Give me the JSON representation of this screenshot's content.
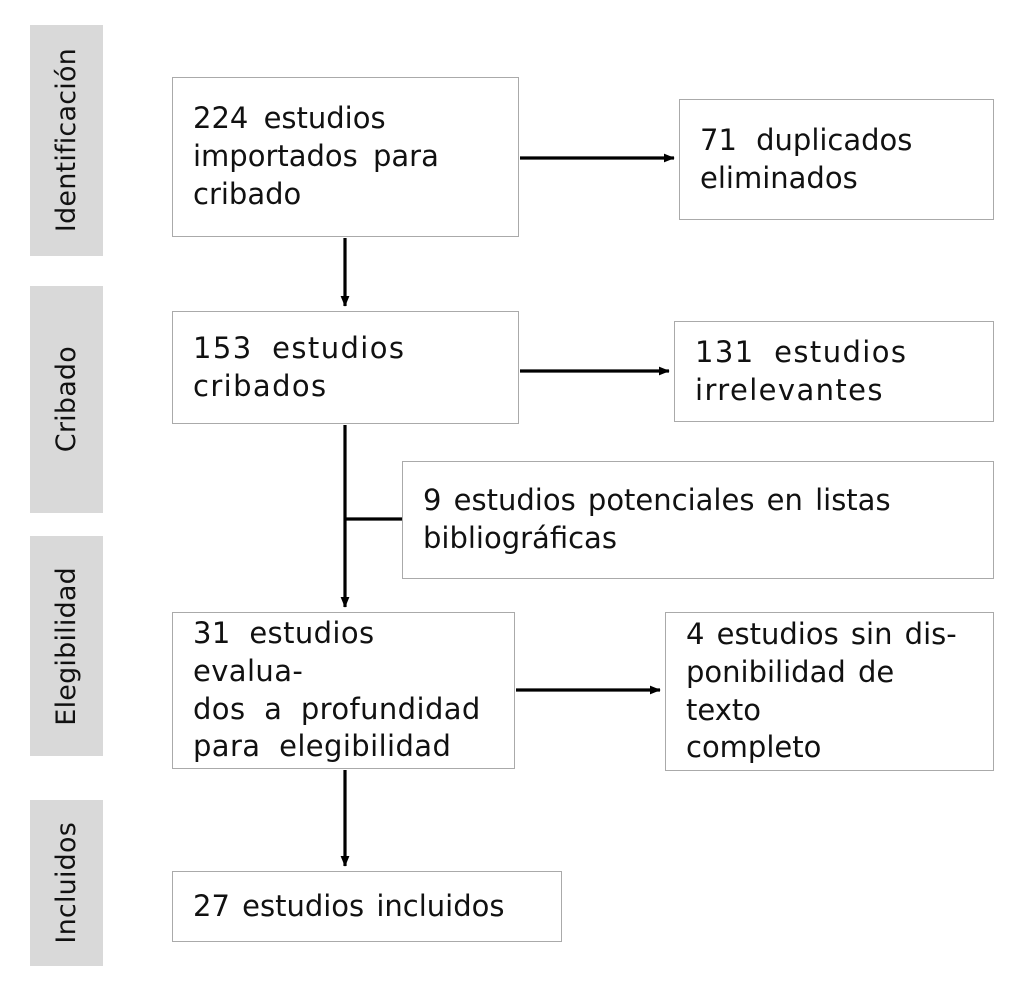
{
  "diagram": {
    "type": "prisma-flow-diagram",
    "language": "es",
    "box_border_color": "#aaaaaa",
    "phase_background_color": "#d9d9d9",
    "connector_color": "#000000",
    "background_color": "#ffffff"
  },
  "phases": [
    {
      "id": "identificacion",
      "label": "Identificación"
    },
    {
      "id": "cribado",
      "label": "Cribado"
    },
    {
      "id": "elegibilidad",
      "label": "Elegibilidad"
    },
    {
      "id": "incluidos",
      "label": "Incluidos"
    }
  ],
  "boxes": {
    "imported": {
      "count": 224,
      "text": "224 estudios\nimportados para\ncribado"
    },
    "duplicates": {
      "count": 71,
      "text": "71  duplicados\neliminados"
    },
    "screened": {
      "count": 153,
      "text": "153 estudios\ncribados"
    },
    "irrelevant": {
      "count": 131,
      "text": "131 estudios\nirrelevantes"
    },
    "biblio": {
      "count": 9,
      "text": "9 estudios potenciales en listas\nbibliográficas"
    },
    "assessed": {
      "count": 31,
      "text": "31 estudios evalua-\ndos a profundidad\npara elegibilidad"
    },
    "notext": {
      "count": 4,
      "text": "4 estudios sin dis-\nponibilidad de texto\ncompleto"
    },
    "included": {
      "count": 27,
      "text": "27 estudios incluidos"
    }
  },
  "chart_data": {
    "type": "diagram",
    "title": "PRISMA flow diagram",
    "nodes": [
      {
        "id": "imported",
        "phase": "Identificación",
        "value": 224,
        "label": "224 estudios importados para cribado"
      },
      {
        "id": "duplicates",
        "phase": "Identificación",
        "value": 71,
        "label": "71 duplicados eliminados"
      },
      {
        "id": "screened",
        "phase": "Cribado",
        "value": 153,
        "label": "153 estudios cribados"
      },
      {
        "id": "irrelevant",
        "phase": "Cribado",
        "value": 131,
        "label": "131 estudios irrelevantes"
      },
      {
        "id": "biblio",
        "phase": "Cribado",
        "value": 9,
        "label": "9 estudios potenciales en listas bibliográficas"
      },
      {
        "id": "assessed",
        "phase": "Elegibilidad",
        "value": 31,
        "label": "31 estudios evaluados a profundidad para elegibilidad"
      },
      {
        "id": "notext",
        "phase": "Elegibilidad",
        "value": 4,
        "label": "4 estudios sin disponibilidad de texto completo"
      },
      {
        "id": "included",
        "phase": "Incluidos",
        "value": 27,
        "label": "27 estudios incluidos"
      }
    ],
    "edges": [
      {
        "from": "imported",
        "to": "duplicates",
        "kind": "exclusion"
      },
      {
        "from": "imported",
        "to": "screened",
        "kind": "flow"
      },
      {
        "from": "screened",
        "to": "irrelevant",
        "kind": "exclusion"
      },
      {
        "from": "biblio",
        "to": "assessed",
        "kind": "addition"
      },
      {
        "from": "screened",
        "to": "assessed",
        "kind": "flow"
      },
      {
        "from": "assessed",
        "to": "notext",
        "kind": "exclusion"
      },
      {
        "from": "assessed",
        "to": "included",
        "kind": "flow"
      }
    ]
  }
}
